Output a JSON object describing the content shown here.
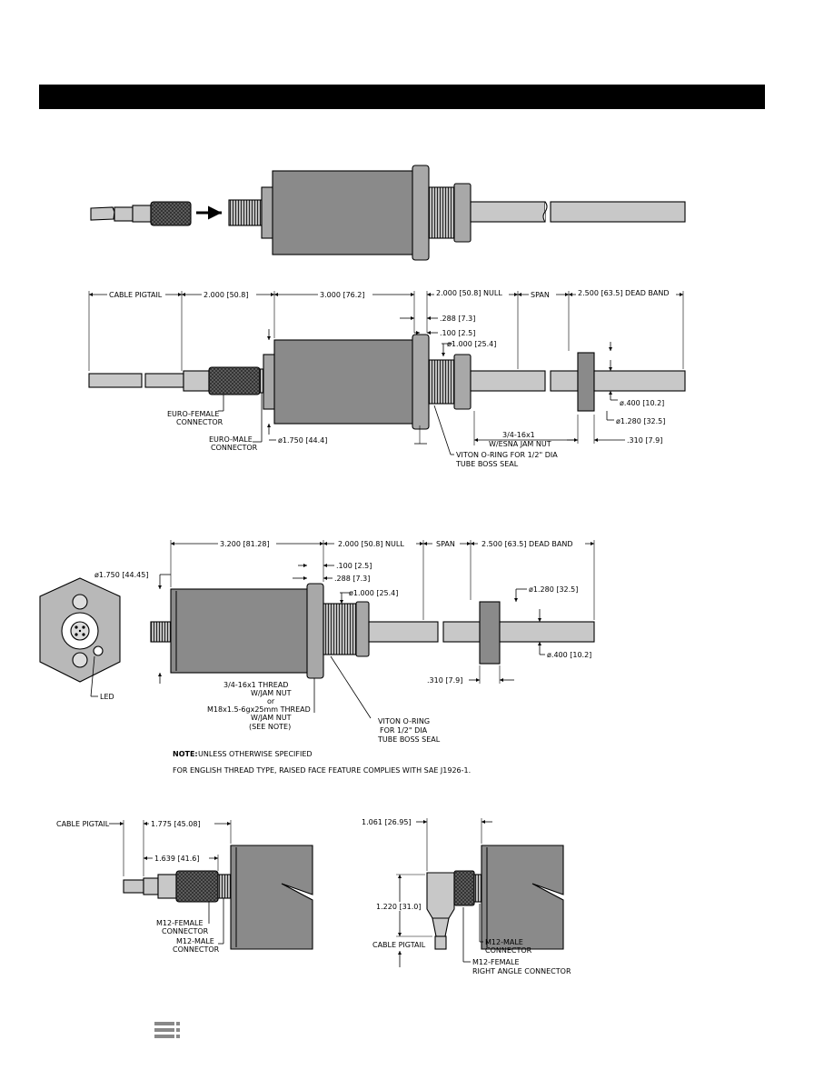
{
  "header": {
    "title": ""
  },
  "fig1": {},
  "fig2": {
    "dims": {
      "cable_pigtail": "CABLE PIGTAIL",
      "pigtail_len": "2.000 [50.8]",
      "body_len": "3.000 [76.2]",
      "null": "2.000 [50.8] NULL",
      "span": "SPAN",
      "dead_band": "2.500 [63.5] DEAD BAND",
      "d288": ".288 [7.3]",
      "d100": ".100 [2.5]",
      "d1000": "ø1.000 [25.4]",
      "d400": "ø.400 [10.2]",
      "d1280": "ø1.280 [32.5]",
      "d310": ".310 [7.9]",
      "d1750": "ø1.750 [44.4]"
    },
    "labels": {
      "euro_female_1": "EURO-FEMALE",
      "euro_female_2": "CONNECTOR",
      "euro_male_1": "EURO-MALE",
      "euro_male_2": "CONNECTOR",
      "thread_1": "3/4-16x1",
      "thread_2": "W/ESNA JAM NUT",
      "oring_1": "VITON O-RING FOR 1/2\" DIA",
      "oring_2": "TUBE BOSS SEAL"
    }
  },
  "fig3": {
    "dims": {
      "body_len": "3.200 [81.28]",
      "null": "2.000 [50.8] NULL",
      "span": "SPAN",
      "dead_band": "2.500 [63.5] DEAD BAND",
      "d1750": "ø1.750 [44.45]",
      "d100": ".100 [2.5]",
      "d288": ".288 [7.3]",
      "d1000": "ø1.000 [25.4]",
      "d1280": "ø1.280 [32.5]",
      "d400": "ø.400 [10.2]",
      "d310": ".310 [7.9]"
    },
    "labels": {
      "led": "LED",
      "thread_1": "3/4-16x1 THREAD",
      "thread_2": "W/JAM NUT",
      "thread_3": "or",
      "thread_4": "M18x1.5-6gx25mm THREAD",
      "thread_5": "W/JAM NUT",
      "thread_6": "(SEE NOTE)",
      "oring_1": "VITON O-RING",
      "oring_2": "FOR 1/2\" DIA",
      "oring_3": "TUBE BOSS SEAL"
    },
    "note": {
      "label": "NOTE:",
      "line1": "UNLESS OTHERWISE SPECIFIED",
      "line2": "FOR ENGLISH THREAD TYPE, RAISED FACE FEATURE COMPLIES WITH SAE J1926-1."
    }
  },
  "fig4": {
    "dims": {
      "cable_pigtail": "CABLE PIGTAIL",
      "d1775": "1.775 [45.08]",
      "d1639": "1.639 [41.6]"
    },
    "labels": {
      "m12f_1": "M12-FEMALE",
      "m12f_2": "CONNECTOR",
      "m12m_1": "M12-MALE",
      "m12m_2": "CONNECTOR"
    }
  },
  "fig5": {
    "dims": {
      "d1061": "1.061 [26.95]",
      "d1220": "1.220 [31.0]"
    },
    "labels": {
      "cable_pigtail": "CABLE PIGTAIL",
      "m12m_1": "M12-MALE",
      "m12m_2": "CONNECTOR",
      "m12f_1": "M12-FEMALE",
      "m12f_2": "RIGHT ANGLE CONNECTOR"
    }
  },
  "footer": {
    "logo_icon": "menu-lines-icon"
  }
}
